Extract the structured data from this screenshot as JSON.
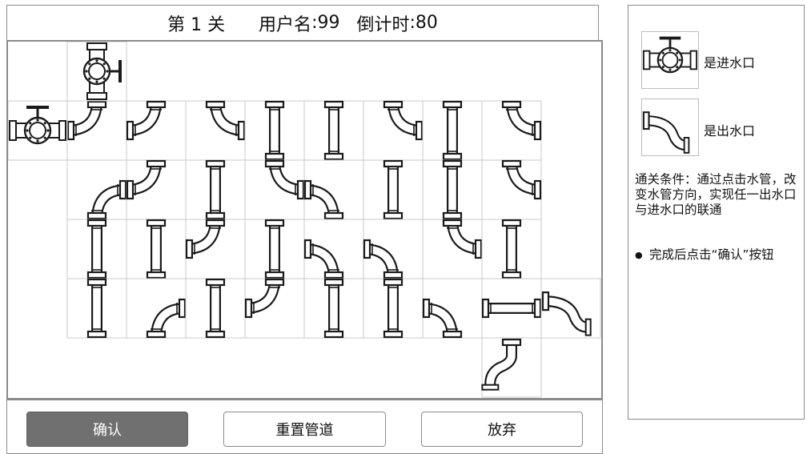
{
  "header": {
    "level_text": "第 1 关",
    "user_label": "用户名",
    "user_value": "99",
    "timer_label": "倒计时",
    "timer_value": "80",
    "separator": ":"
  },
  "board": {
    "inlet_top": {
      "col": 1,
      "row": 0
    },
    "inlet_left": {
      "col": 0,
      "row": 1
    },
    "outlet_right": {
      "col": 9,
      "row": 4
    },
    "outlet_bottom": {
      "col": 8,
      "row": 5
    },
    "tiles": [
      {
        "col": 1,
        "row": 1,
        "type": "elbow",
        "ends": "N,W"
      },
      {
        "col": 2,
        "row": 1,
        "type": "elbow",
        "ends": "N,W"
      },
      {
        "col": 3,
        "row": 1,
        "type": "elbow",
        "ends": "N,E"
      },
      {
        "col": 4,
        "row": 1,
        "type": "straight",
        "ends": "N,S"
      },
      {
        "col": 5,
        "row": 1,
        "type": "straight",
        "ends": "N,S"
      },
      {
        "col": 6,
        "row": 1,
        "type": "elbow",
        "ends": "N,E"
      },
      {
        "col": 7,
        "row": 1,
        "type": "straight",
        "ends": "N,S"
      },
      {
        "col": 8,
        "row": 1,
        "type": "elbow",
        "ends": "N,E"
      },
      {
        "col": 1,
        "row": 2,
        "type": "elbow",
        "ends": "E,S"
      },
      {
        "col": 2,
        "row": 2,
        "type": "elbow",
        "ends": "N,W"
      },
      {
        "col": 3,
        "row": 2,
        "type": "elbow",
        "ends": "N,S"
      },
      {
        "col": 4,
        "row": 2,
        "type": "elbow",
        "ends": "N,E"
      },
      {
        "col": 5,
        "row": 2,
        "type": "elbow",
        "ends": "W,S"
      },
      {
        "col": 6,
        "row": 2,
        "type": "elbow",
        "ends": "N,S"
      },
      {
        "col": 7,
        "row": 2,
        "type": "straight",
        "ends": "N,S"
      },
      {
        "col": 8,
        "row": 2,
        "type": "elbow",
        "ends": "N,E"
      },
      {
        "col": 1,
        "row": 3,
        "type": "straight",
        "ends": "N,S"
      },
      {
        "col": 2,
        "row": 3,
        "type": "straight",
        "ends": "N,S"
      },
      {
        "col": 3,
        "row": 3,
        "type": "elbow",
        "ends": "N,W"
      },
      {
        "col": 4,
        "row": 3,
        "type": "straight",
        "ends": "N,S"
      },
      {
        "col": 5,
        "row": 3,
        "type": "elbow",
        "ends": "W,S"
      },
      {
        "col": 6,
        "row": 3,
        "type": "elbow",
        "ends": "W,S"
      },
      {
        "col": 7,
        "row": 3,
        "type": "elbow",
        "ends": "N,E"
      },
      {
        "col": 8,
        "row": 3,
        "type": "straight",
        "ends": "N,S"
      },
      {
        "col": 1,
        "row": 4,
        "type": "straight",
        "ends": "N,S"
      },
      {
        "col": 2,
        "row": 4,
        "type": "elbow",
        "ends": "E,S"
      },
      {
        "col": 3,
        "row": 4,
        "type": "straight",
        "ends": "N,S"
      },
      {
        "col": 4,
        "row": 4,
        "type": "elbow",
        "ends": "N,W"
      },
      {
        "col": 5,
        "row": 4,
        "type": "straight",
        "ends": "N,S"
      },
      {
        "col": 6,
        "row": 4,
        "type": "straight",
        "ends": "N,S"
      },
      {
        "col": 7,
        "row": 4,
        "type": "elbow",
        "ends": "W,S"
      },
      {
        "col": 8,
        "row": 4,
        "type": "straight",
        "ends": "E,W"
      }
    ]
  },
  "footer": {
    "confirm_label": "确认",
    "reset_label": "重置管道",
    "quit_label": "放弃"
  },
  "legend": {
    "inlet_text": "是进水口",
    "outlet_text": "是出水口",
    "rule_1": "通关条件：通过点击水管，改变水管方向，实现任一出水口与进水口的联通",
    "rule_2": "完成后点击“确认”按钮",
    "bullet": "●"
  },
  "colors": {
    "pipe_stroke": "#1a1a1a",
    "pipe_fill": "#ffffff",
    "grid_line": "#c8c8c8",
    "frame": "#8a8a8a",
    "confirm_bg": "#707070"
  }
}
